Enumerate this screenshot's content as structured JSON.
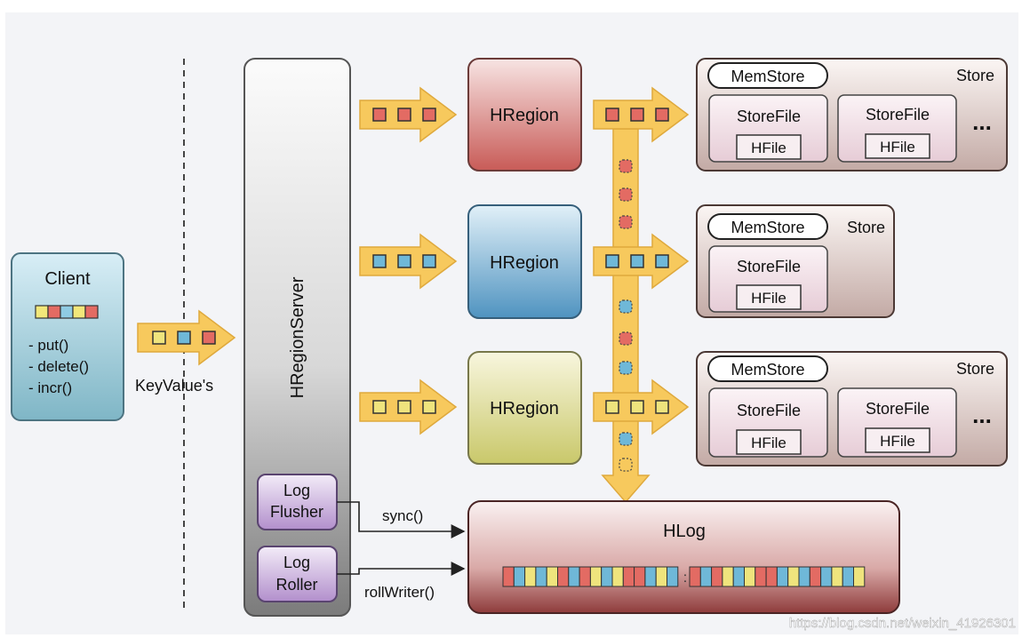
{
  "client": {
    "title": "Client",
    "methods": [
      "- put()",
      "- delete()",
      "- incr()"
    ],
    "key_colors": [
      "#f2e77a",
      "#e36b63",
      "#8fcbe3",
      "#f2e77a",
      "#e36b63"
    ]
  },
  "kv_label": "KeyValue's",
  "server": {
    "title": "HRegionServer",
    "log_flusher": [
      "Log",
      "Flusher"
    ],
    "log_roller": [
      "Log",
      "Roller"
    ]
  },
  "regions": [
    {
      "label": "HRegion",
      "color": "red",
      "store": {
        "memstore": "MemStore",
        "label": "Store",
        "files": [
          {
            "name": "StoreFile",
            "hfile": "HFile"
          },
          {
            "name": "StoreFile",
            "hfile": "HFile"
          }
        ],
        "more": "..."
      }
    },
    {
      "label": "HRegion",
      "color": "blue",
      "store": {
        "memstore": "MemStore",
        "label": "Store",
        "files": [
          {
            "name": "StoreFile",
            "hfile": "HFile"
          }
        ],
        "more": ""
      }
    },
    {
      "label": "HRegion",
      "color": "yellow",
      "store": {
        "memstore": "MemStore",
        "label": "Store",
        "files": [
          {
            "name": "StoreFile",
            "hfile": "HFile"
          },
          {
            "name": "StoreFile",
            "hfile": "HFile"
          }
        ],
        "more": "..."
      }
    }
  ],
  "hlog": {
    "title": "HLog",
    "sync_label": "sync()",
    "roll_label": "rollWriter()"
  },
  "palette": {
    "red": "#e36b63",
    "blue": "#6fb8d8",
    "yellow": "#efe47d",
    "arrow": "#f7c95d",
    "arrow_stroke": "#dfa93d"
  },
  "watermark": "https://blog.csdn.net/weixin_41926301"
}
